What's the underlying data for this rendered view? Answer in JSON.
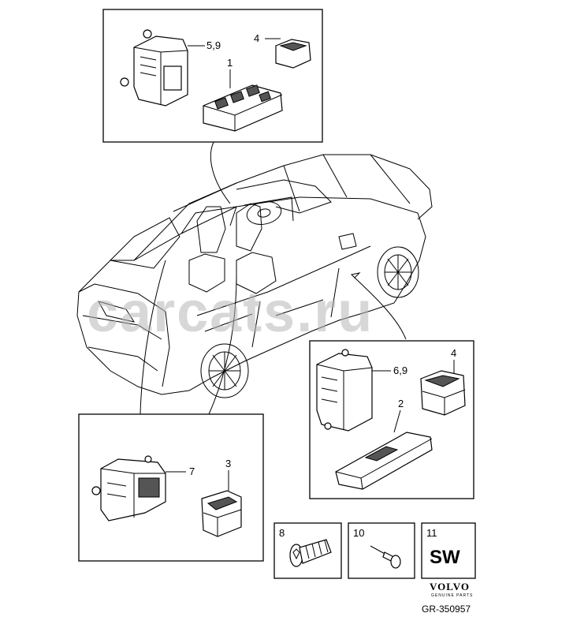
{
  "diagram": {
    "labels": {
      "top_box_relay": "5,9",
      "top_box_switch_small": "4",
      "top_box_driver_switch": "1",
      "right_box_module": "6,9",
      "right_box_switch_small": "4",
      "right_box_passenger_switch": "2",
      "left_box_module": "7",
      "left_box_rear_switch": "3"
    },
    "fastener_boxes": [
      {
        "number": "8",
        "icon": "torx-screw-icon"
      },
      {
        "number": "10",
        "icon": "rivet-pin-icon"
      },
      {
        "number": "11",
        "text": "SW"
      }
    ],
    "watermark": "carcats.ru",
    "brand": {
      "name": "VOLVO",
      "sub": "GENUINE PARTS",
      "drawing_code": "GR-350957"
    }
  }
}
